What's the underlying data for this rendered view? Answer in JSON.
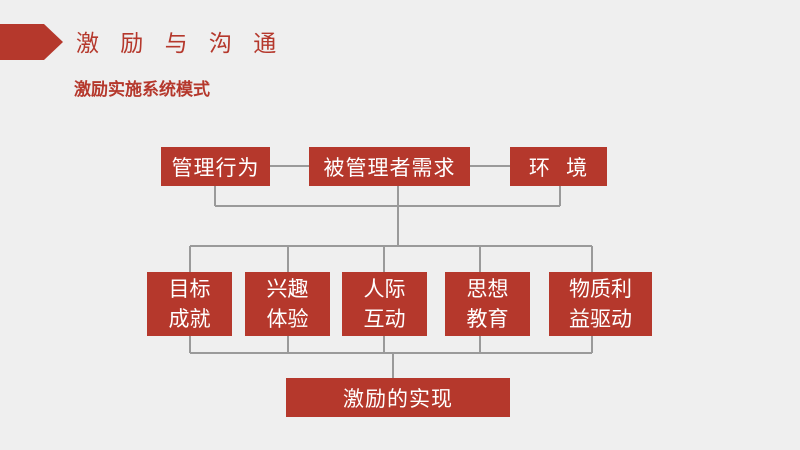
{
  "header": {
    "title": "激 励 与 沟 通",
    "subtitle": "激励实施系统模式"
  },
  "diagram": {
    "top_row": [
      "管理行为",
      "被管理者需求",
      "环  境"
    ],
    "middle_row": [
      {
        "line1": "目标",
        "line2": "成就"
      },
      {
        "line1": "兴趣",
        "line2": "体验"
      },
      {
        "line1": "人际",
        "line2": "互动"
      },
      {
        "line1": "思想",
        "line2": "教育"
      },
      {
        "line1": "物质利",
        "line2": "益驱动"
      }
    ],
    "result": "激励的实现"
  },
  "colors": {
    "accent": "#b5382c",
    "connector": "#9a9a9a",
    "background": "#efefef"
  }
}
